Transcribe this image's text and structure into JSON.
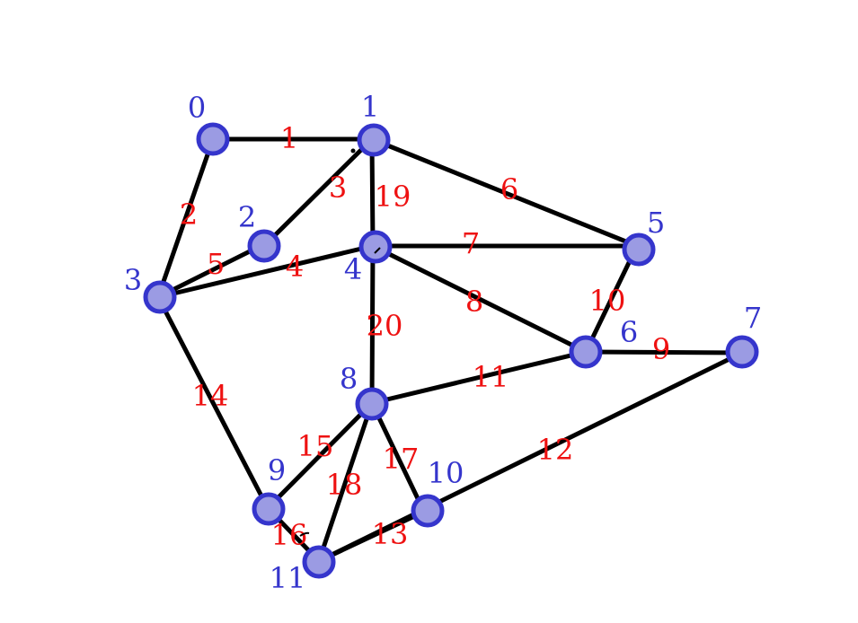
{
  "colors": {
    "edge": "#000000",
    "node_fill": "#9b9be3",
    "node_stroke": "#3535cc",
    "node_label": "#3535cc",
    "edge_label": "#ee1111"
  },
  "graph": {
    "nodes": [
      {
        "id": 0,
        "label": "0"
      },
      {
        "id": 1,
        "label": "1"
      },
      {
        "id": 2,
        "label": "2"
      },
      {
        "id": 3,
        "label": "3"
      },
      {
        "id": 4,
        "label": "4"
      },
      {
        "id": 5,
        "label": "5"
      },
      {
        "id": 6,
        "label": "6"
      },
      {
        "id": 7,
        "label": "7"
      },
      {
        "id": 8,
        "label": "8"
      },
      {
        "id": 9,
        "label": "9"
      },
      {
        "id": 10,
        "label": "10"
      },
      {
        "id": 11,
        "label": "11"
      }
    ],
    "edges": [
      {
        "from": 0,
        "to": 1,
        "label": "1"
      },
      {
        "from": 0,
        "to": 3,
        "label": "2"
      },
      {
        "from": 1,
        "to": 2,
        "label": "3"
      },
      {
        "from": 3,
        "to": 4,
        "label": "4"
      },
      {
        "from": 3,
        "to": 2,
        "label": "5"
      },
      {
        "from": 1,
        "to": 5,
        "label": "6"
      },
      {
        "from": 4,
        "to": 5,
        "label": "7"
      },
      {
        "from": 4,
        "to": 6,
        "label": "8"
      },
      {
        "from": 6,
        "to": 7,
        "label": "9"
      },
      {
        "from": 5,
        "to": 6,
        "label": "10"
      },
      {
        "from": 8,
        "to": 6,
        "label": "11"
      },
      {
        "from": 11,
        "to": 7,
        "label": "12"
      },
      {
        "from": 11,
        "to": 10,
        "label": "13"
      },
      {
        "from": 3,
        "to": 9,
        "label": "14"
      },
      {
        "from": 8,
        "to": 9,
        "label": "15"
      },
      {
        "from": 9,
        "to": 11,
        "label": "16"
      },
      {
        "from": 8,
        "to": 10,
        "label": "17"
      },
      {
        "from": 8,
        "to": 11,
        "label": "18"
      },
      {
        "from": 1,
        "to": 4,
        "label": "19"
      },
      {
        "from": 4,
        "to": 8,
        "label": "20"
      }
    ]
  }
}
